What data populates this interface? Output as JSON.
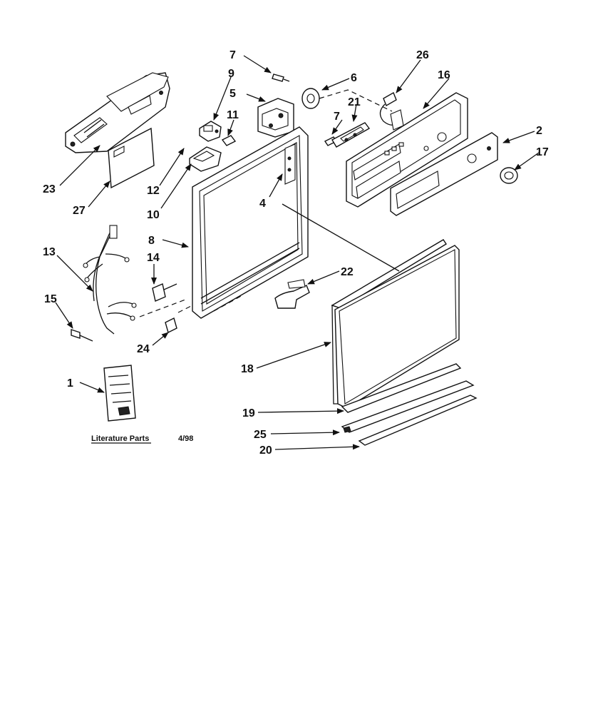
{
  "callouts": {
    "c1": "1",
    "c2": "2",
    "c4": "4",
    "c5": "5",
    "c6": "6",
    "c7a": "7",
    "c7b": "7",
    "c8": "8",
    "c9": "9",
    "c10": "10",
    "c11": "11",
    "c12": "12",
    "c13": "13",
    "c14": "14",
    "c15": "15",
    "c16": "16",
    "c17": "17",
    "c18": "18",
    "c19": "19",
    "c20": "20",
    "c21": "21",
    "c22": "22",
    "c23": "23",
    "c24": "24",
    "c25": "25",
    "c26": "26",
    "c27": "27"
  },
  "footer": {
    "literature_label": "Literature Parts",
    "date_code": "4/98"
  }
}
